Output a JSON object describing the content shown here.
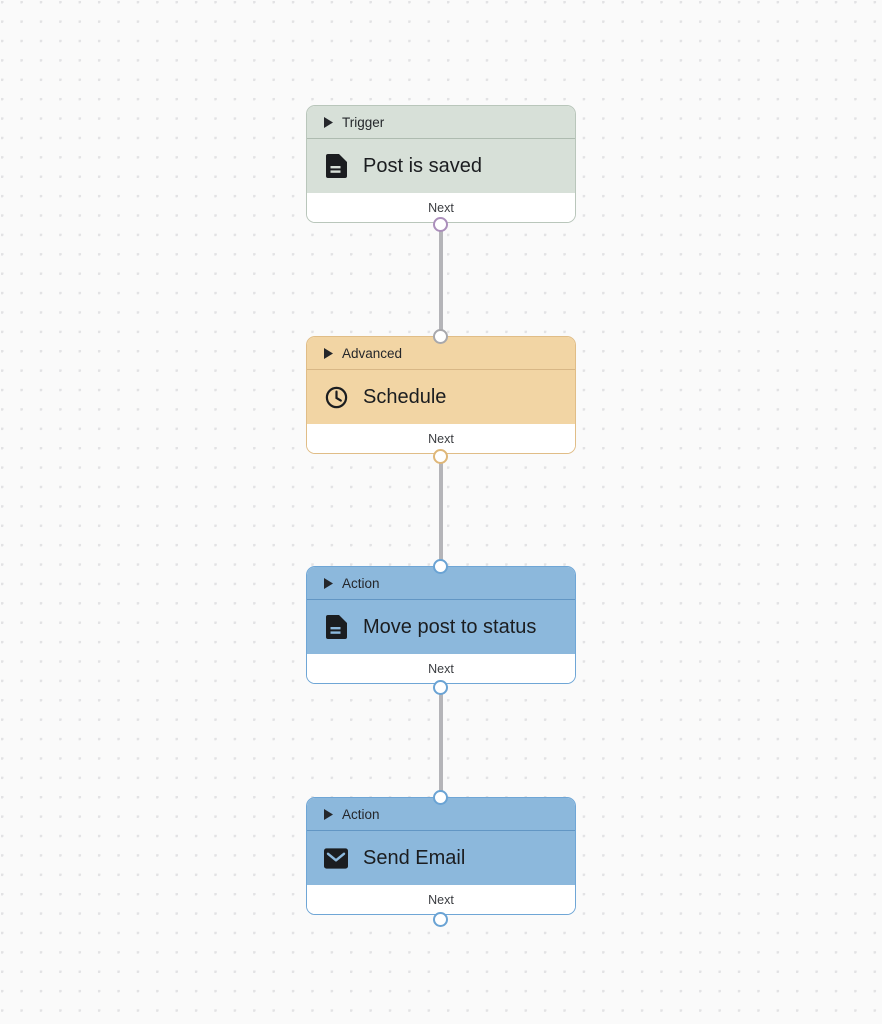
{
  "canvas": {
    "grid": "dotted",
    "background_color": "#fafafa",
    "dot_color": "#e2e2e4"
  },
  "colors": {
    "trigger": "#d7e0d8",
    "advanced": "#f2d5a4",
    "action": "#8cb8dc",
    "edge": "#b4b4b8",
    "port_trigger_out": "#ab8fbb",
    "port_gray": "#a8a8ac",
    "port_tan": "#dfb778",
    "port_blue": "#6aa3d4"
  },
  "nodes": [
    {
      "category": "Trigger",
      "title": "Post is saved",
      "icon": "document-icon",
      "footer_label": "Next",
      "disclosure_icon": "triangle-right-icon"
    },
    {
      "category": "Advanced",
      "title": "Schedule",
      "icon": "clock-icon",
      "footer_label": "Next",
      "disclosure_icon": "triangle-right-icon"
    },
    {
      "category": "Action",
      "title": "Move post to status",
      "icon": "document-icon",
      "footer_label": "Next",
      "disclosure_icon": "triangle-right-icon"
    },
    {
      "category": "Action",
      "title": "Send Email",
      "icon": "envelope-icon",
      "footer_label": "Next",
      "disclosure_icon": "triangle-right-icon"
    }
  ]
}
